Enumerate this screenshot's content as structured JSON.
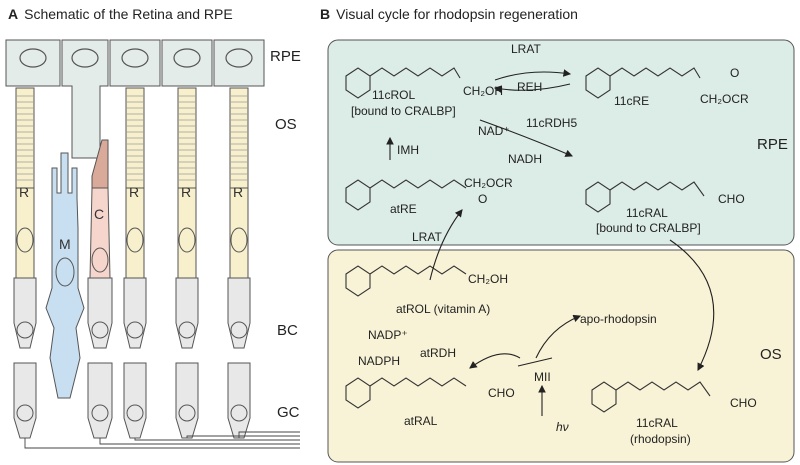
{
  "panel_a": {
    "letter": "A",
    "title": "Schematic of the Retina and RPE",
    "layers": [
      "RPE",
      "OS",
      "BC",
      "GC"
    ],
    "cells": {
      "rod": "R",
      "muller": "M",
      "cone": "C"
    }
  },
  "panel_b": {
    "letter": "B",
    "title": "Visual cycle for rhodopsin regeneration",
    "compartments": {
      "rpe": "RPE",
      "os": "OS"
    },
    "molecules": {
      "cROL": "11cROL",
      "cROL_note": "[bound to CRALBP]",
      "cRE": "11cRE",
      "atRE": "atRE",
      "cRAL": "11cRAL",
      "cRAL_note": "[bound to CRALBP]",
      "atROL": "atROL (vitamin A)",
      "atRAL": "atRAL",
      "cRAL_os": "11cRAL",
      "cRAL_os_note": "(rhodopsin)",
      "apo": "apo-rhodopsin",
      "mii": "MII"
    },
    "groups": {
      "ch2oh_1": "CH₂OH",
      "ch2ocr_1": "CH₂OCR",
      "o_1": "O",
      "ch2ocr_2": "CH₂OCR",
      "o_2": "O",
      "cho_1": "CHO",
      "ch2oh_2": "CH₂OH",
      "cho_2": "CHO",
      "cho_3": "CHO"
    },
    "enzymes": {
      "lrat_top": "LRAT",
      "reh": "REH",
      "rdh5": "11cRDH5",
      "nad": "NAD⁺",
      "nadh": "NADH",
      "imh": "IMH",
      "lrat_mid": "LRAT",
      "nadp": "NADP⁺",
      "nadph": "NADPH",
      "atrdh": "atRDH",
      "hv": "hν"
    }
  },
  "colors": {
    "rpe_bg": "#dcece6",
    "os_bg": "#f8f3d6",
    "rod": "#f8f0cc",
    "muller": "#c8dff2",
    "cone": "#f6d6cc",
    "cell_gray": "#e8e8e8"
  }
}
